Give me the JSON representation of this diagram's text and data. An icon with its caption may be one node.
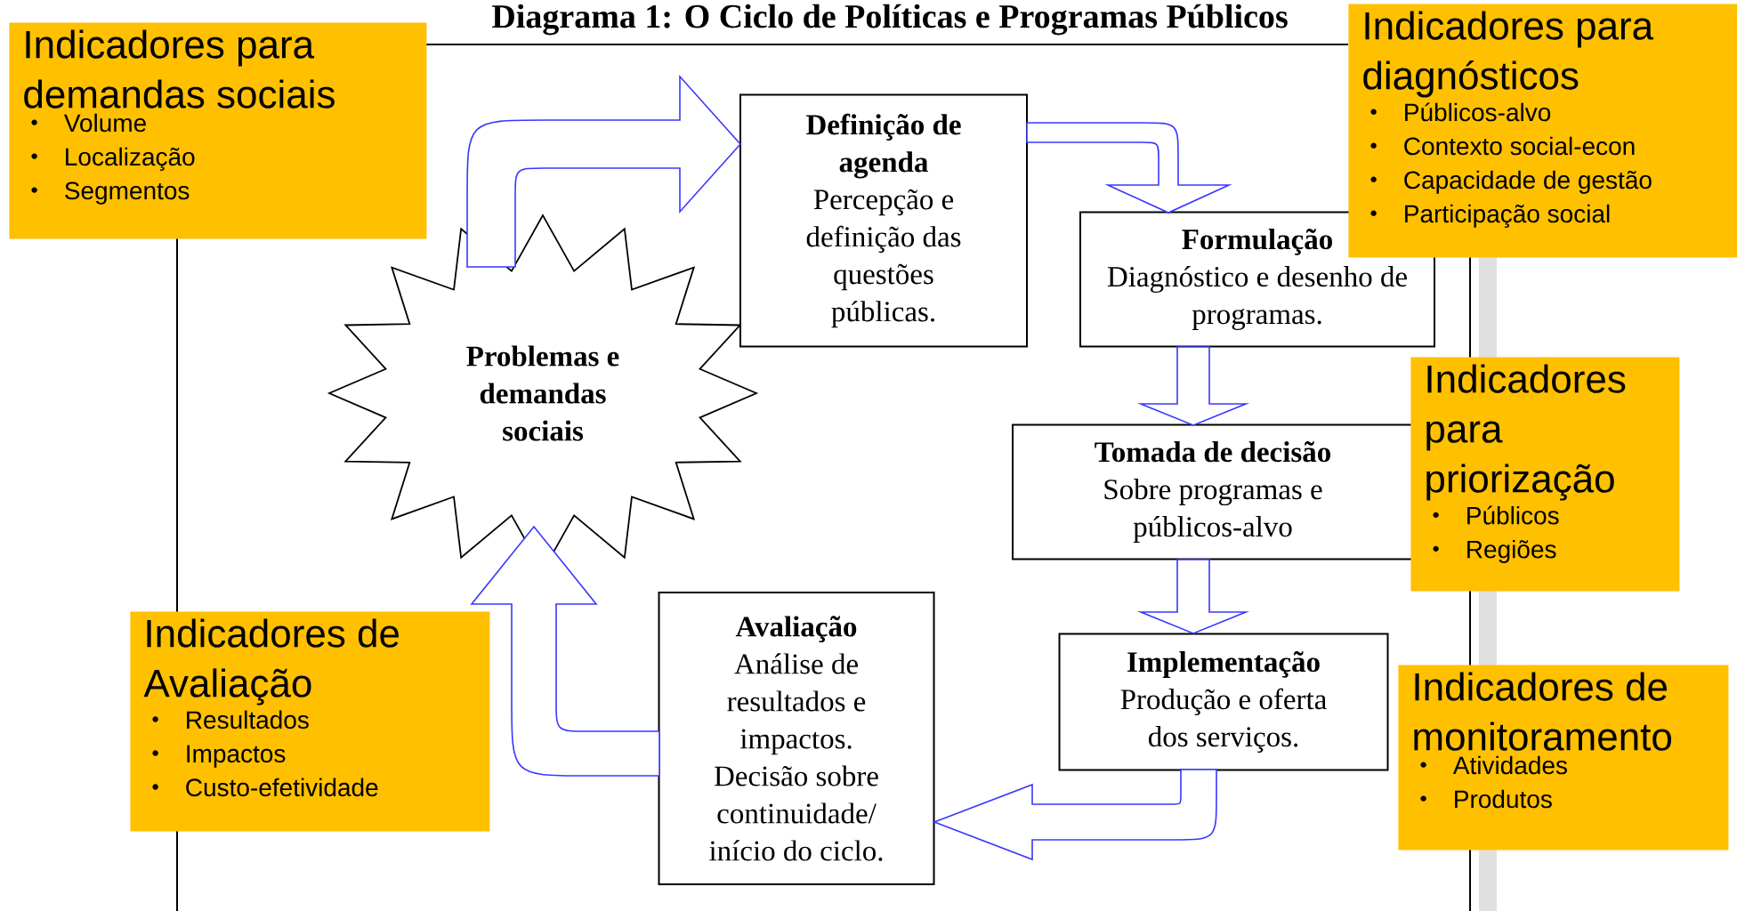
{
  "diagram": {
    "title": "Diagrama 1: O Ciclo de Políticas e Programas Públicos",
    "nodes": [
      {
        "text": [
          "Indicadores para demandas sociais",
          "Volume",
          "Localização",
          "Segmentos"
        ]
      },
      {
        "text": [
          "Indicadores para diagnósticos",
          "Públicos-alvo",
          "Contexto social-econ",
          "Capacidade de gestão",
          "Participação social"
        ]
      },
      {
        "text": [
          "Problemas e demandas sociais"
        ]
      },
      {
        "text": [
          "Definição de agenda",
          "Percepção e definição das questões públicas."
        ]
      },
      {
        "text": [
          "Formulação",
          "Diagnóstico e desenho de programas."
        ]
      },
      {
        "text": [
          "Indicadores para priorização",
          "Públicos",
          "Regiões"
        ]
      },
      {
        "text": [
          "Tomada de decisão",
          "Sobre programas e públicos-alvo"
        ]
      },
      {
        "text": [
          "Indicadores de Avaliação",
          "Resultados",
          "Impactos",
          "Custo-efetividade"
        ]
      },
      {
        "text": [
          "Avaliação",
          "Análise de resultados e impactos.",
          "Decisão sobre continuidade/ início do ciclo."
        ]
      },
      {
        "text": [
          "Implementação",
          "Produção e oferta dos serviços."
        ]
      },
      {
        "text": [
          "Indicadores de monitoramento",
          "Atividades",
          "Produtos"
        ]
      }
    ],
    "edges": [
      {
        "from": 2,
        "to": 3,
        "arrow": "to"
      },
      {
        "from": 3,
        "to": 4,
        "arrow": "to"
      },
      {
        "from": 4,
        "to": 6,
        "arrow": "to"
      },
      {
        "from": 6,
        "to": 9,
        "arrow": "to"
      },
      {
        "from": 9,
        "to": 8,
        "arrow": "to"
      },
      {
        "from": 8,
        "to": 2,
        "arrow": "to"
      }
    ]
  }
}
